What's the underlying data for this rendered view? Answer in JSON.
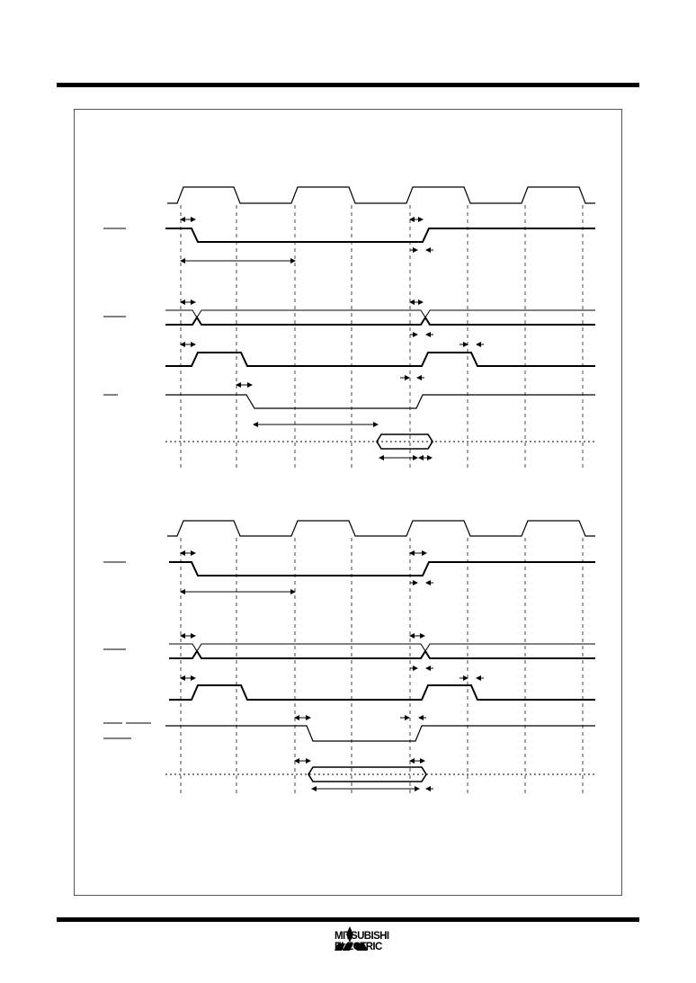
{
  "logo": {
    "name": "mitsubishi-diamonds",
    "line1": "MITSUBISHI",
    "line2": "ELECTRIC"
  },
  "colors": {
    "ink": "#000000",
    "grid": "#444444"
  }
}
